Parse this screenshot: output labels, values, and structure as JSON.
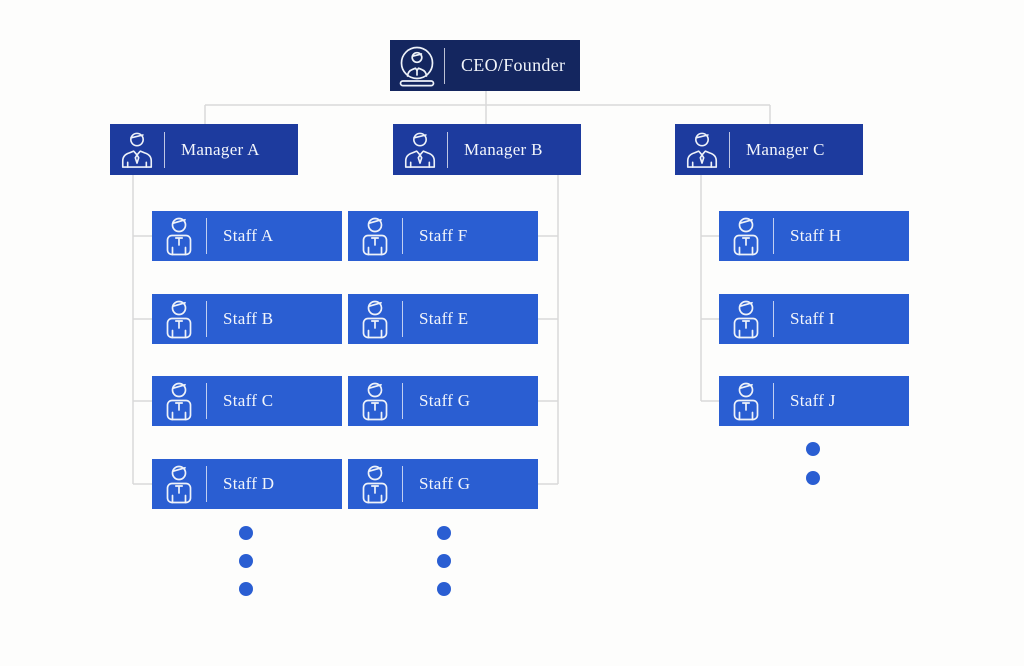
{
  "colors": {
    "canvas_bg": "#fdfdfc",
    "ceo_bg": "#14265f",
    "manager_bg": "#1d3b9e",
    "staff_bg": "#2a5ed2",
    "text": "#f2f5fb",
    "connector": "#d9d9d9",
    "dot": "#2a5ed2"
  },
  "org": {
    "ceo": {
      "label": "CEO/Founder",
      "icon": "executive-at-desk-icon"
    },
    "managers": [
      {
        "label": "Manager A",
        "icon": "manager-person-icon",
        "staff": [
          "Staff A",
          "Staff B",
          "Staff C",
          "Staff D"
        ],
        "overflow_dots": 3
      },
      {
        "label": "Manager B",
        "icon": "manager-person-icon",
        "staff": [
          "Staff F",
          "Staff E",
          "Staff G",
          "Staff G"
        ],
        "overflow_dots": 3
      },
      {
        "label": "Manager C",
        "icon": "manager-person-icon",
        "staff": [
          "Staff H",
          "Staff I",
          "Staff J"
        ],
        "overflow_dots": 2
      }
    ],
    "staff_icon": "staff-person-icon"
  }
}
